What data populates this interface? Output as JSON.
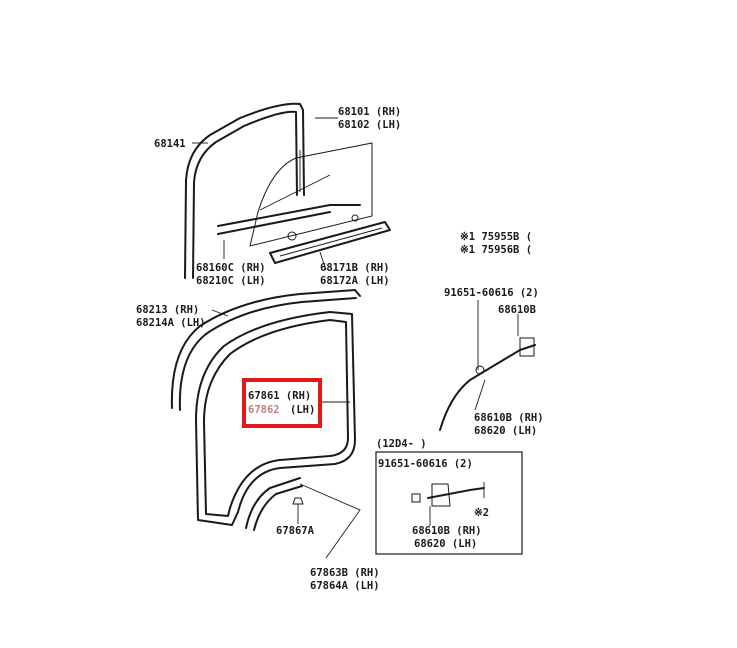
{
  "diagram": {
    "highlight_color": "#e01818",
    "labels": {
      "p68141": "68141",
      "p68101": "68101 (RH)",
      "p68102": "68102 (LH)",
      "p68160c": "68160C (RH)",
      "p68210c": "68210C (LH)",
      "p68171b": "68171B (RH)",
      "p68172a": "68172A (LH)",
      "p75955": "※1 75955B (",
      "p75956": "※1 75956B (",
      "p91651top": "91651-60616 (2)",
      "p68610top": "68610B",
      "p68213": "68213 (RH)",
      "p68214a": "68214A (LH)",
      "p67861": "67861 (RH)",
      "p67862_code": "67862",
      "p67862_side": "(LH)",
      "p68610bmid": "68610B (RH)",
      "p68620mid": "68620 (LH)",
      "inset_date": "(12D4-     )",
      "p91651inset": "91651-60616 (2)",
      "note2": "※2",
      "p68610binset": "68610B (RH)",
      "p68620inset": "68620 (LH)",
      "p67867a": "67867A",
      "p67863b": "67863B (RH)",
      "p67864a": "67864A (LH)"
    }
  }
}
